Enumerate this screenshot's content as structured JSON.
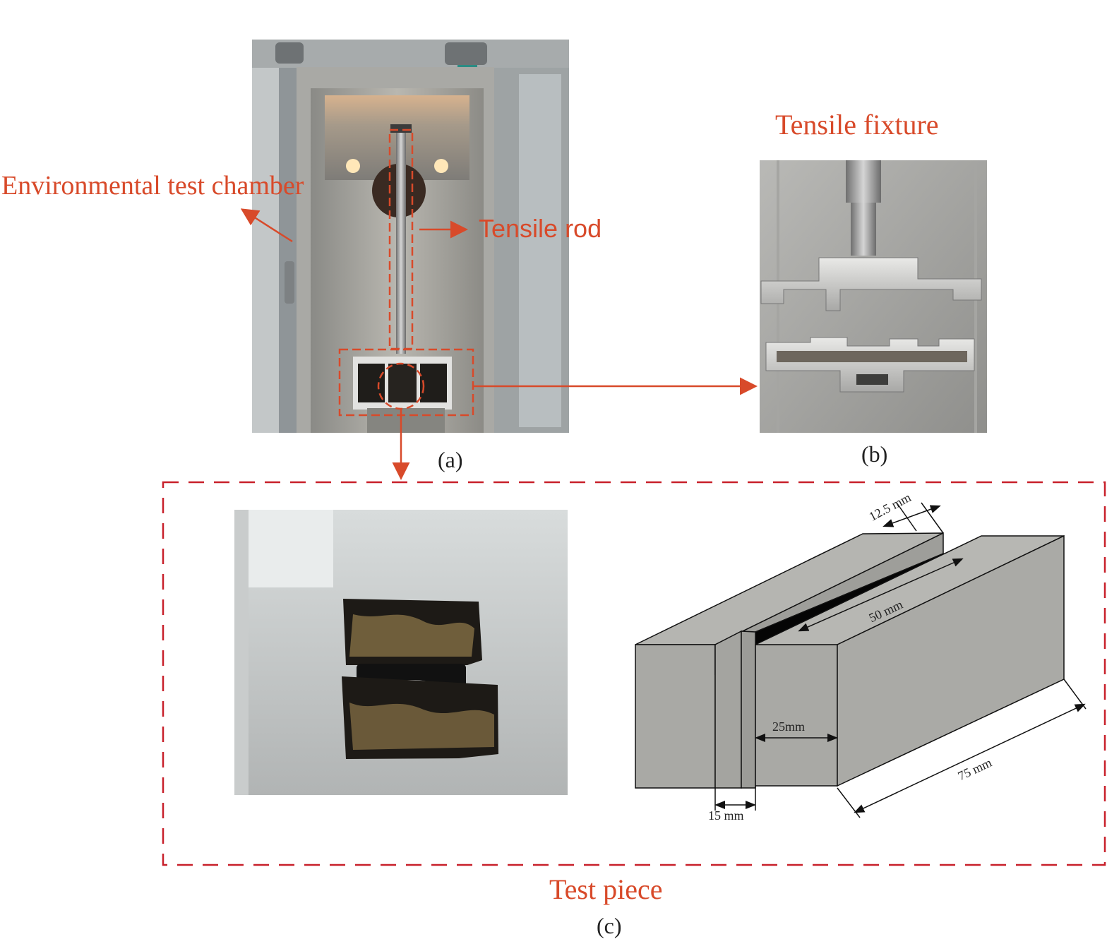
{
  "labels": {
    "environmental_test_chamber": "Environmental test chamber",
    "tensile_rod": "Tensile rod",
    "tensile_fixture": "Tensile fixture",
    "test_piece": "Test piece"
  },
  "captions": {
    "a": "(a)",
    "b": "(b)",
    "c": "(c)"
  },
  "dimensions": {
    "width_12_5": "12.5 mm",
    "length_50": "50 mm",
    "width_25": "25mm",
    "length_75": "75 mm",
    "gap_15": "15 mm"
  },
  "colors": {
    "annotation_red": "#d84a2a",
    "dashed_box_red": "#c8202a"
  }
}
